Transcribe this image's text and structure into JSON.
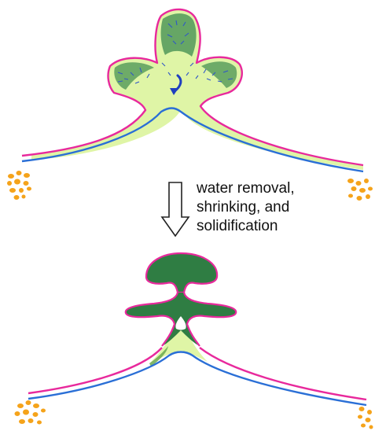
{
  "caption": {
    "lines": [
      "water removal,",
      "shrinking, and",
      "solidification"
    ]
  },
  "colors": {
    "outline": "#e8299c",
    "membrane": "#2a6fd6",
    "fluid": "#dff5a6",
    "gel": "#2f7d43",
    "particles": "#f5a31a",
    "arrow": "#1f3fbf",
    "process_arrow": "#222222"
  },
  "icons": {
    "process_arrow": "hollow-down-arrow-icon",
    "flow_arrow": "curved-flow-arrow-icon"
  }
}
